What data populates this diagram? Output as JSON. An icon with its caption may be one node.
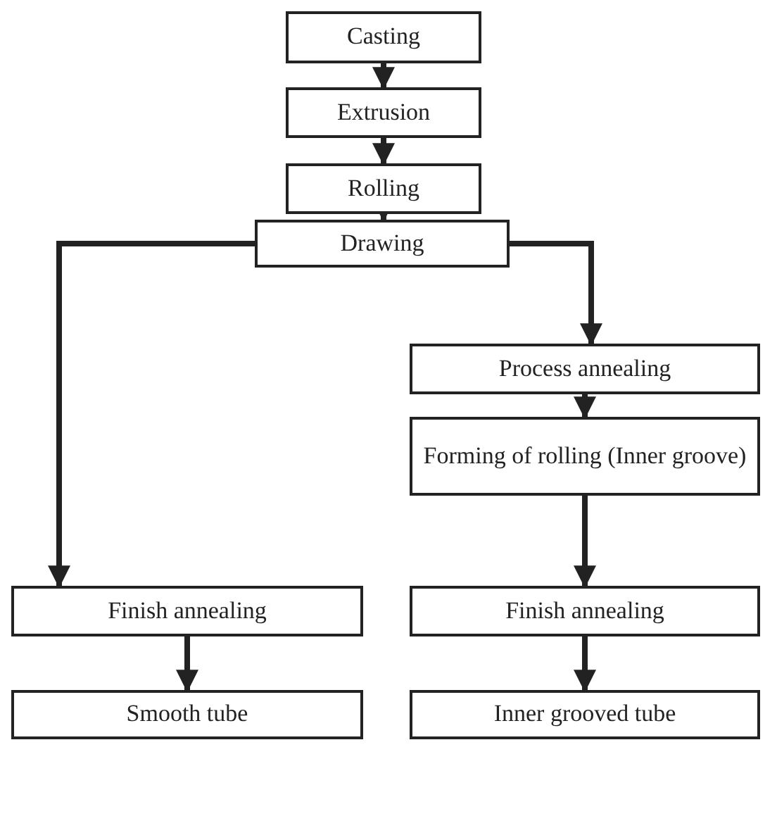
{
  "diagram": {
    "nodes": [
      {
        "text": [
          "Casting"
        ]
      },
      {
        "text": [
          "Extrusion"
        ]
      },
      {
        "text": [
          "Rolling"
        ]
      },
      {
        "text": [
          "Drawing"
        ]
      },
      {
        "text": [
          "Process annealing"
        ]
      },
      {
        "text": [
          "Forming of rolling (Inner groove)"
        ]
      },
      {
        "text": [
          "Finish annealing"
        ]
      },
      {
        "text": [
          "Inner grooved tube"
        ]
      },
      {
        "text": [
          "Finish annealing"
        ]
      },
      {
        "text": [
          "Smooth tube"
        ]
      }
    ],
    "edges": [
      {
        "from": 0,
        "to": 1,
        "arrow": "to"
      },
      {
        "from": 1,
        "to": 2,
        "arrow": "to"
      },
      {
        "from": 2,
        "to": 3,
        "arrow": "to"
      },
      {
        "from": 3,
        "to": 4,
        "arrow": "to"
      },
      {
        "from": 4,
        "to": 5,
        "arrow": "to"
      },
      {
        "from": 5,
        "to": 6,
        "arrow": "to"
      },
      {
        "from": 6,
        "to": 7,
        "arrow": "to"
      },
      {
        "from": 3,
        "to": 8,
        "arrow": "to"
      },
      {
        "from": 8,
        "to": 9,
        "arrow": "to"
      }
    ]
  }
}
